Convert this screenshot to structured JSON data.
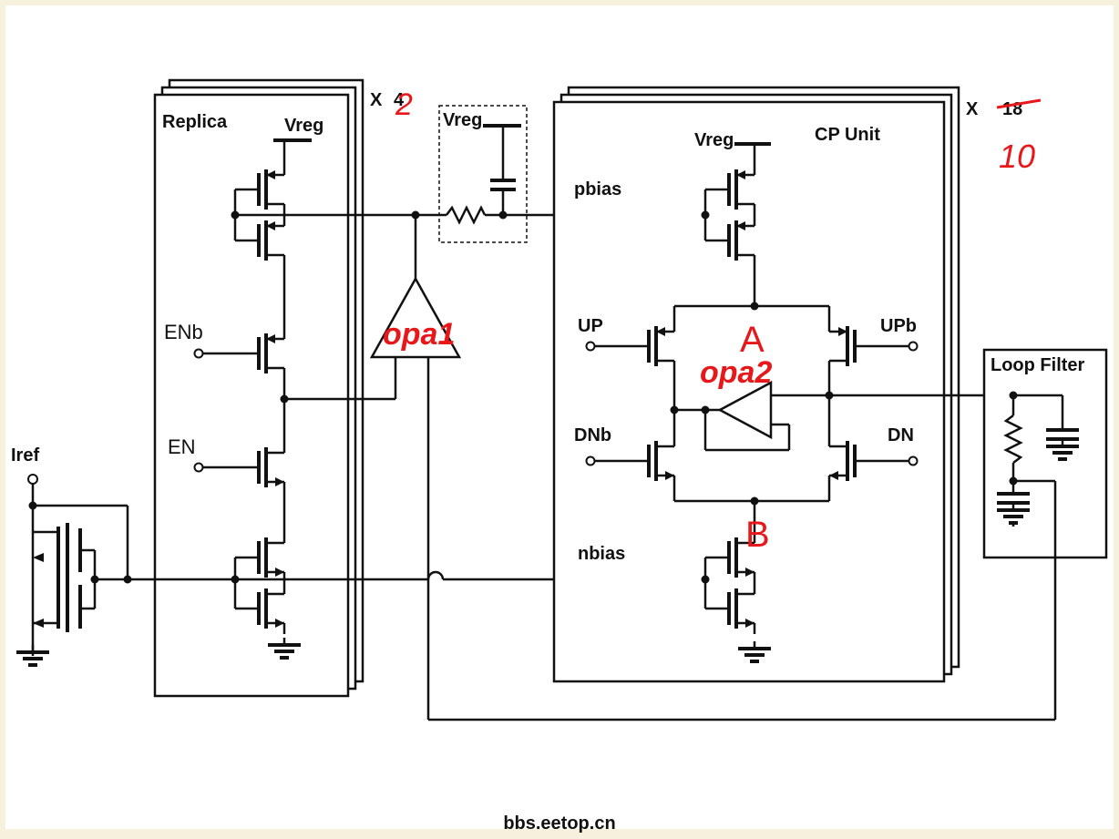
{
  "labels": {
    "replica": "Replica",
    "replica_vreg": "Vreg",
    "replica_mult": "X",
    "replica_mult_old": "4",
    "replica_mult_new": "2",
    "filter_vreg": "Vreg",
    "cp_unit": "CP Unit",
    "cp_vreg": "Vreg",
    "cp_mult": "X",
    "cp_mult_old": "18",
    "cp_mult_new": "10",
    "pbias": "pbias",
    "nbias": "nbias",
    "up": "UP",
    "upb": "UPb",
    "dnb": "DNb",
    "dn": "DN",
    "enb": "ENb",
    "en": "EN",
    "iref": "Iref",
    "loop_filter": "Loop Filter",
    "opa1": "opa1",
    "opa2": "opa2",
    "node_a": "A",
    "node_b": "B",
    "watermark": "bbs.eetop.cn"
  },
  "colors": {
    "ink": "#111111",
    "annotation": "#e8181a",
    "frame": "#f6f1dc",
    "paper": "#ffffff"
  }
}
